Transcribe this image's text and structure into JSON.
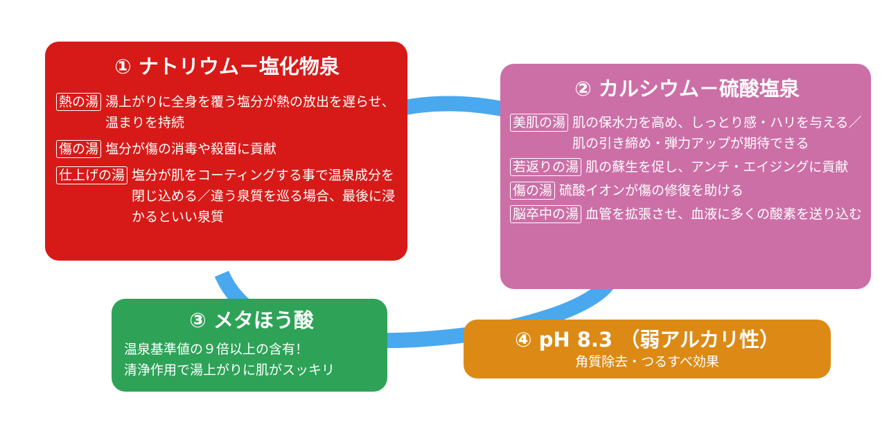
{
  "colors": {
    "ring": "#4aa8ee",
    "box1": "#d71a18",
    "box2": "#cc6fa7",
    "box3": "#2ea358",
    "box4": "#dc8a15"
  },
  "box1": {
    "title": "① ナトリウム－塩化物泉",
    "items": [
      {
        "tag": "熱の湯",
        "text": "湯上がりに全身を覆う塩分が熱の放出を遅らせ、温まりを持続"
      },
      {
        "tag": "傷の湯",
        "text": "塩分が傷の消毒や殺菌に貢献"
      },
      {
        "tag": "仕上げの湯",
        "text": "塩分が肌をコーティングする事で温泉成分を閉じ込める／違う泉質を巡る場合、最後に浸かるといい泉質"
      }
    ]
  },
  "box2": {
    "title": "② カルシウム－硫酸塩泉",
    "items": [
      {
        "tag": "美肌の湯",
        "text": "肌の保水力を高め、しっとり感・ハリを与える／肌の引き締め・弾力アップが期待できる"
      },
      {
        "tag": "若返りの湯",
        "text": "肌の蘇生を促し、アンチ・エイジングに貢献"
      },
      {
        "tag": "傷の湯",
        "text": "硫酸イオンが傷の修復を助ける"
      },
      {
        "tag": "脳卒中の湯",
        "text": "血管を拡張させ、血液に多くの酸素を送り込む"
      }
    ]
  },
  "box3": {
    "title": "③ メタほう酸",
    "lines": [
      "温泉基準値の９倍以上の含有！",
      "清浄作用で湯上がりに肌がスッキリ"
    ]
  },
  "box4": {
    "title": "④ pH 8.3 （弱アルカリ性）",
    "subtitle": "角質除去・つるすべ効果"
  }
}
